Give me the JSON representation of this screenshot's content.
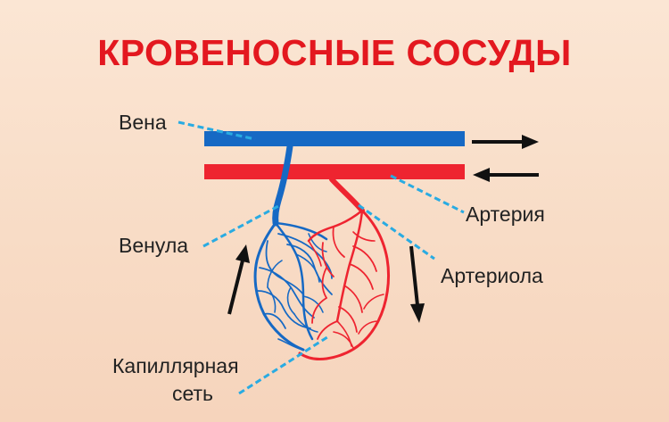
{
  "title": "КРОВЕНОСНЫЕ СОСУДЫ",
  "labels": {
    "vein": "Вена",
    "artery": "Артерия",
    "venule": "Венула",
    "arteriole": "Артериола",
    "capillary_line1": "Капиллярная",
    "capillary_line2": "сеть"
  },
  "colors": {
    "title": "#e3181f",
    "vein": "#1669c4",
    "artery": "#ee2430",
    "pointer": "#29abe2",
    "arrow": "#111111",
    "background": "#fbe6d4"
  }
}
